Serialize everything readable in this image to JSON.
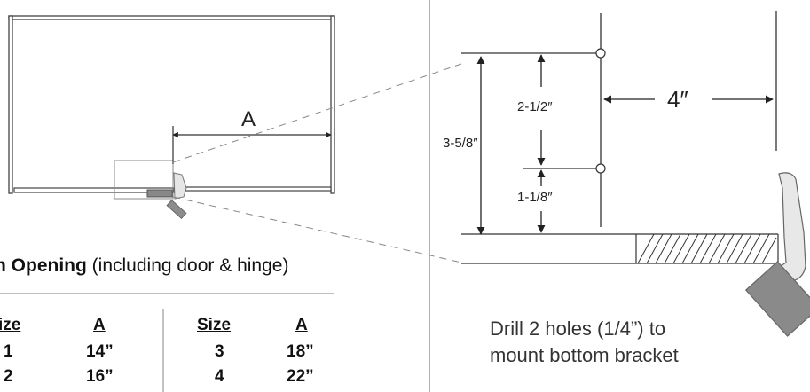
{
  "left_diagram": {
    "dimension_label": "A"
  },
  "table": {
    "heading_bold": "n Opening",
    "heading_rest": " (including door & hinge)",
    "headers": [
      "ize",
      "A",
      "Size",
      "A"
    ],
    "rows": [
      [
        "1",
        "14”",
        "3",
        "18”"
      ],
      [
        "2",
        "16”",
        "4",
        "22”"
      ]
    ]
  },
  "right_diagram": {
    "hole_spacing": "2-1/2″",
    "total_height": "3-5/8″",
    "bottom_offset": "1-1/8″",
    "width": "4″",
    "caption_line1": "Drill 2 holes (1/4”) to",
    "caption_line2": "mount bottom bracket"
  },
  "colors": {
    "divider": "#4fb8c0",
    "line": "#333333",
    "leader": "#888888"
  }
}
